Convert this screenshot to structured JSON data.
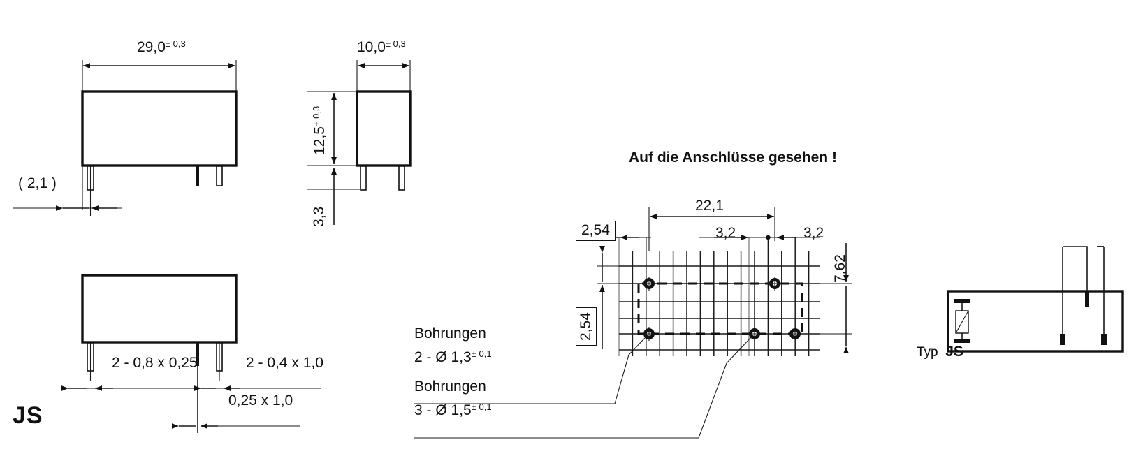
{
  "drawing": {
    "type": "relay-outline-dimension-drawing",
    "units": "mm",
    "part_family_label": "JS",
    "footprint_title": "Auf die Anschlüsse gesehen !",
    "schematic_caption_prefix": "Typ",
    "schematic_caption_type": "JS"
  },
  "views": {
    "front": {
      "name": "front-elevation",
      "width_dim": "29,0",
      "width_tol": "± 0,3",
      "pin_offset_dim": "( 2,1 )"
    },
    "side": {
      "name": "side-elevation",
      "width_dim": "10,0",
      "width_tol": "± 0,3",
      "height_dim": "12,5",
      "height_tol": "+ 0,3",
      "pin_length_dim": "3,3"
    },
    "bottom": {
      "name": "front-elevation-pin-detail",
      "pin_a_dim": "2 - 0,8 x 0,25",
      "pin_b_dim": "2 - 0,4 x 1,0",
      "pin_c_dim": "0,25 x 1,0"
    },
    "footprint": {
      "name": "pcb-footprint",
      "length_dim": "22,1",
      "left_pitch_dim": "3,2",
      "right_pitch_dim": "3,2",
      "row_spacing_dim": "7,62",
      "grid_h_dim": "2,54",
      "grid_v_dim": "2,54",
      "hole_group_1_label": "Bohrungen",
      "hole_group_1_spec": "2 - Ø 1,3",
      "hole_group_1_tol": "± 0,1",
      "hole_group_2_label": "Bohrungen",
      "hole_group_2_spec": "3 - Ø 1,5",
      "hole_group_2_tol": "± 0,1"
    }
  },
  "colors": {
    "ink": "#111111",
    "grid": "#1a1a1a",
    "grid_faint": "#8d8d8d",
    "paper": "#ffffff"
  }
}
